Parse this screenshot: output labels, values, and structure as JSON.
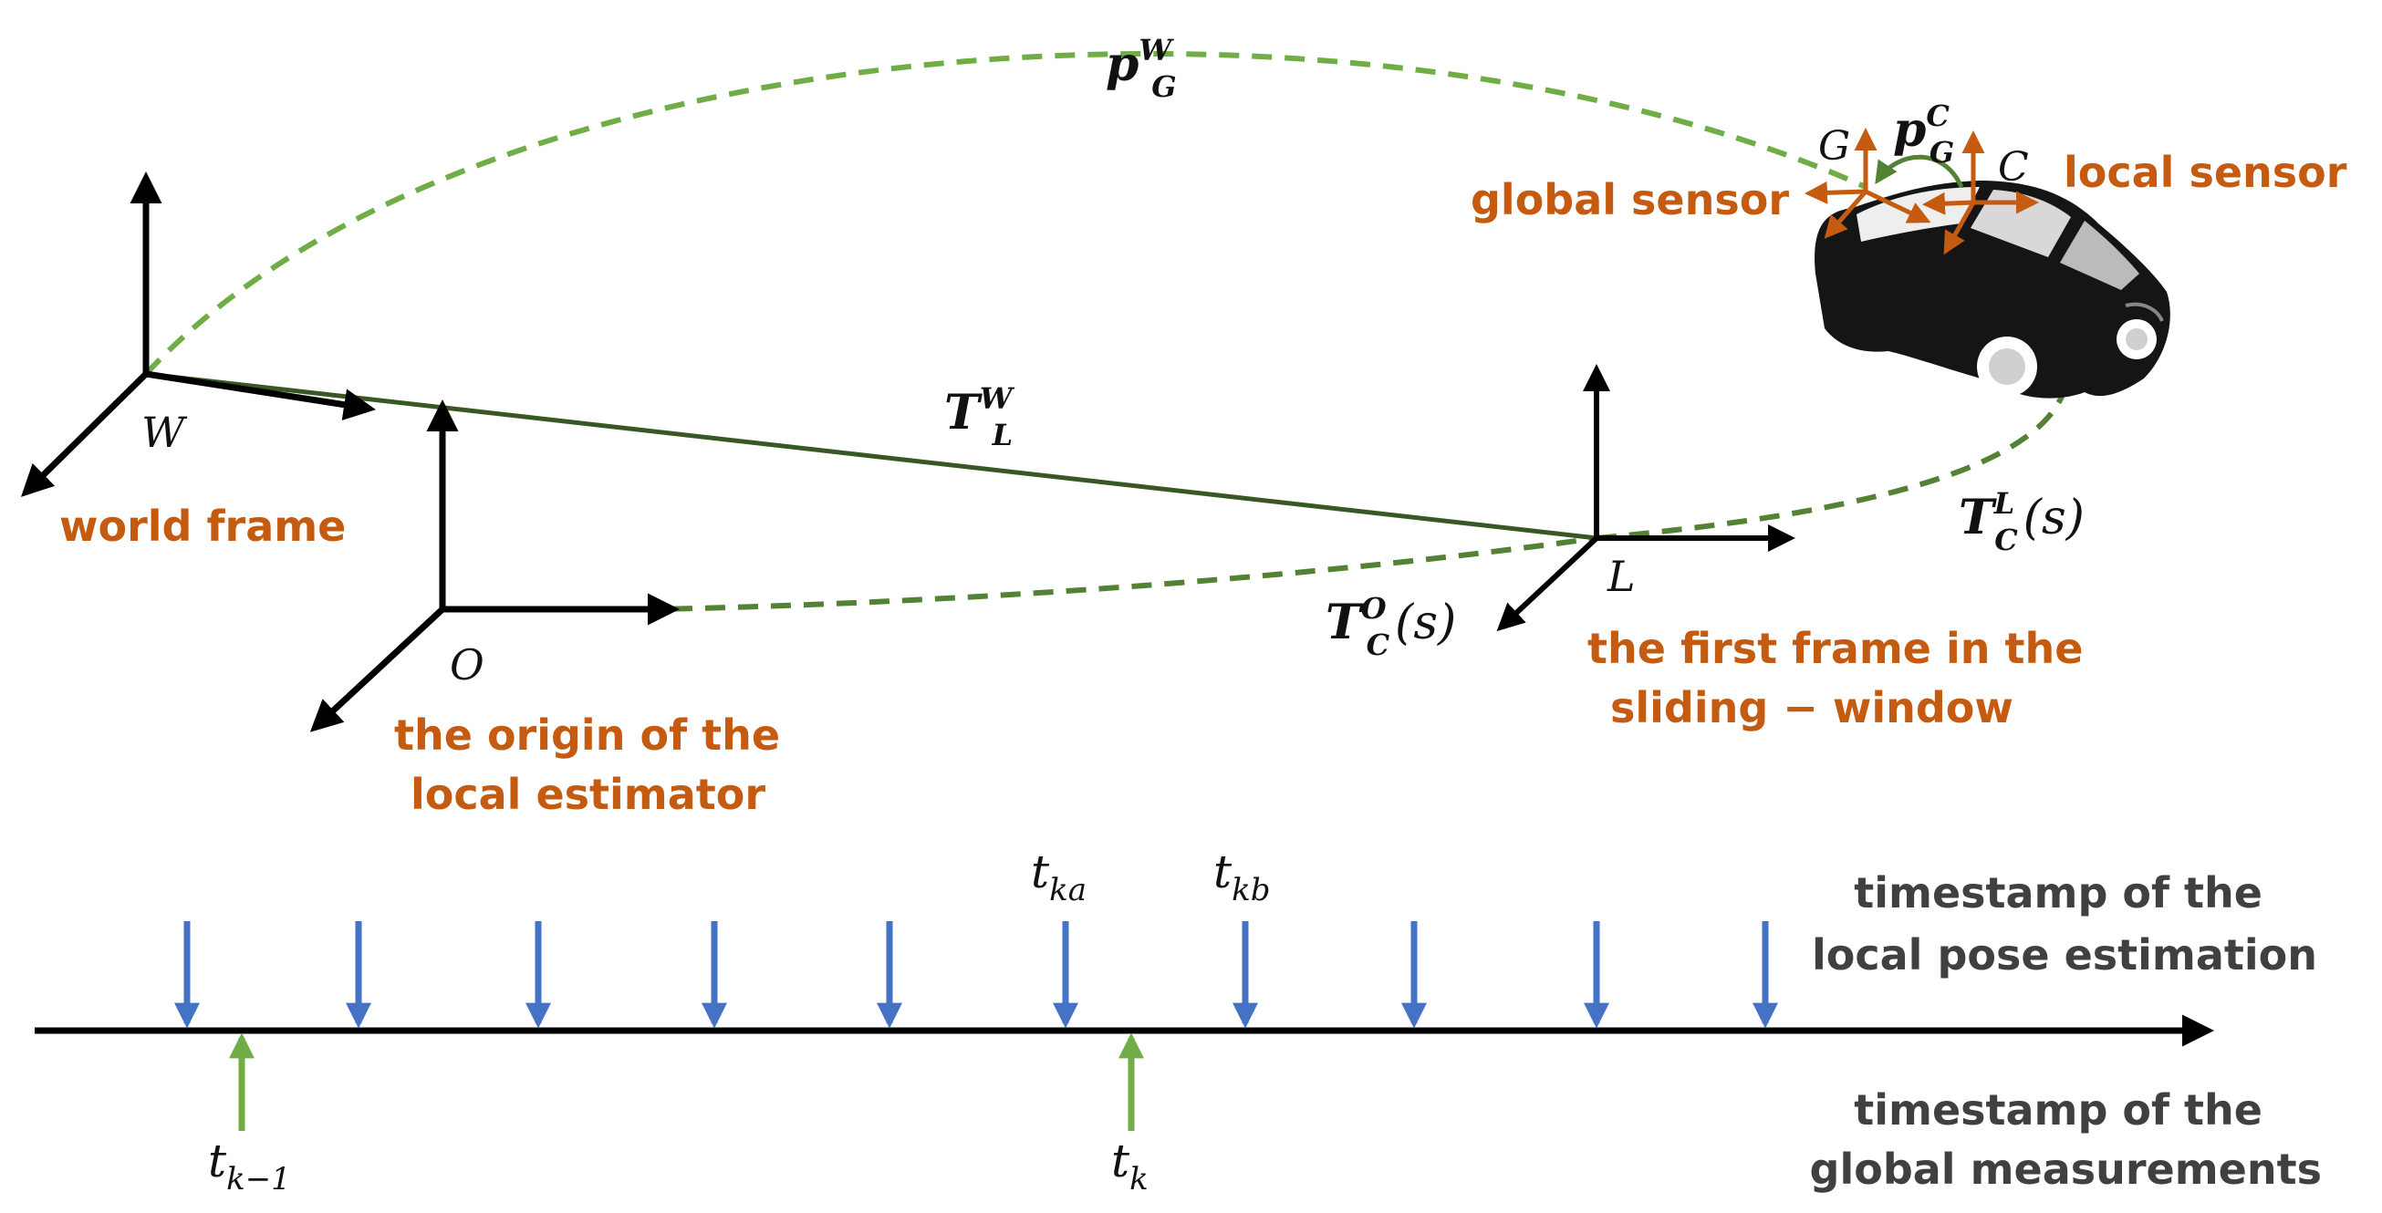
{
  "colors": {
    "orange": "#c55a11",
    "green_dash": "#70ad47",
    "green_dark": "#385723",
    "blue": "#4472c4",
    "black": "#000000",
    "gray_text": "#404040"
  },
  "frames": {
    "world": {
      "symbol": "W",
      "label": "world frame"
    },
    "origin": {
      "symbol": "O",
      "label_line1": "the origin of the",
      "label_line2": "local estimator"
    },
    "first": {
      "symbol": "L",
      "label_line1": "the first frame in the",
      "label_line2": "sliding − window"
    },
    "global_sensor": {
      "symbol": "G",
      "label": "global sensor"
    },
    "local_sensor": {
      "symbol": "C",
      "label": "local sensor"
    }
  },
  "math_labels": {
    "p_GW": {
      "base": "p",
      "sup": "W",
      "sub": "G"
    },
    "p_GC": {
      "base": "p",
      "sup": "C",
      "sub": "G"
    },
    "T_LW": {
      "base": "T",
      "sup": "W",
      "sub": "L"
    },
    "T_CL": {
      "base": "T",
      "sup": "L",
      "sub": "C",
      "suffix": "(s)"
    },
    "T_CO": {
      "base": "T",
      "sup": "O",
      "sub": "C",
      "suffix": "(s)"
    }
  },
  "timeline": {
    "local_label_line1": "timestamp of the",
    "local_label_line2": "local pose estimation",
    "global_label_line1": "timestamp of the",
    "global_label_line2": "global measurements",
    "t_ka": {
      "base": "t",
      "sub": "ka"
    },
    "t_kb": {
      "base": "t",
      "sub": "kb"
    },
    "t_k1": {
      "base": "t",
      "sub": "k−1"
    },
    "t_k": {
      "base": "t",
      "sub": "k"
    },
    "local_tick_count": 10,
    "global_tick_count": 2
  }
}
